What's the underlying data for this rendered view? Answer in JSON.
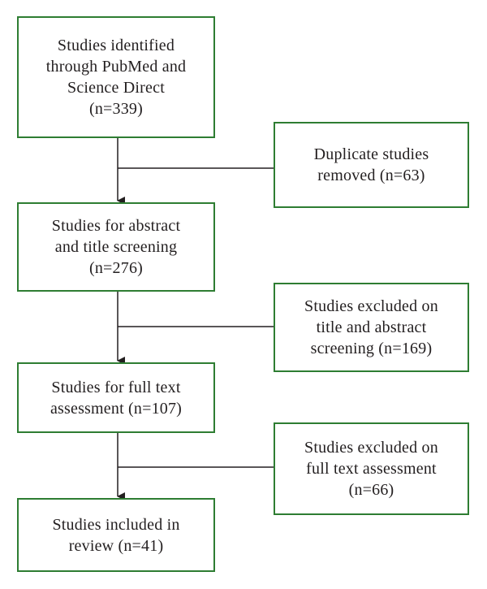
{
  "main_flow": [
    {
      "id": "identified",
      "lines": [
        "Studies identified",
        "through PubMed and",
        "Science Direct",
        "(n=339)"
      ]
    },
    {
      "id": "screening",
      "lines": [
        "Studies for abstract",
        "and title screening",
        "(n=276)"
      ]
    },
    {
      "id": "fulltext",
      "lines": [
        "Studies for full text",
        "assessment (n=107)"
      ]
    },
    {
      "id": "included",
      "lines": [
        "Studies included in",
        "review (n=41)"
      ]
    }
  ],
  "exclusions": [
    {
      "id": "duplicates",
      "lines": [
        "Duplicate studies",
        "removed (n=63)"
      ]
    },
    {
      "id": "excluded-title-abstract",
      "lines": [
        "Studies excluded on",
        "title and abstract",
        "screening (n=169)"
      ]
    },
    {
      "id": "excluded-fulltext",
      "lines": [
        "Studies excluded on",
        "full text assessment",
        "(n=66)"
      ]
    }
  ],
  "colors": {
    "box_border": "#2e7d32",
    "connector": "#231f20",
    "text": "#231f20"
  }
}
